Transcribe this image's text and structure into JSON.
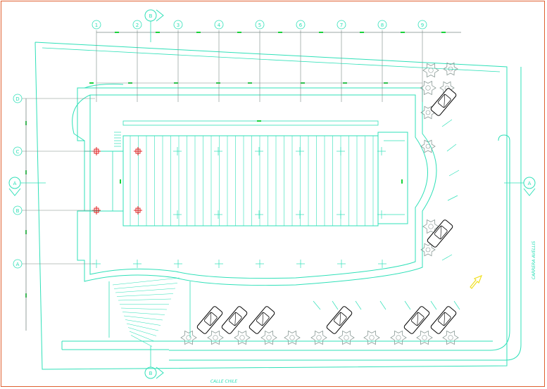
{
  "drawing": {
    "street_bottom": "CALLE CHILE",
    "street_right": "CARRERA AVELLIS",
    "section_marker_top": "B",
    "section_marker_bottom": "B",
    "section_marker_left": "A",
    "section_marker_right": "A",
    "column_axes": [
      "1",
      "2",
      "3",
      "4",
      "5",
      "6",
      "7",
      "8",
      "9"
    ],
    "row_axes": [
      "D",
      "C",
      "B",
      "A"
    ]
  },
  "colors": {
    "line": "#2fe0b8",
    "dim_tick": "#19d23a",
    "grid_line": "#7a8a86",
    "frame": "#e06030",
    "tree": "#8a9a96",
    "column_marker": "#e02020",
    "arrow": "#f0e020",
    "background": "#ffffff"
  }
}
